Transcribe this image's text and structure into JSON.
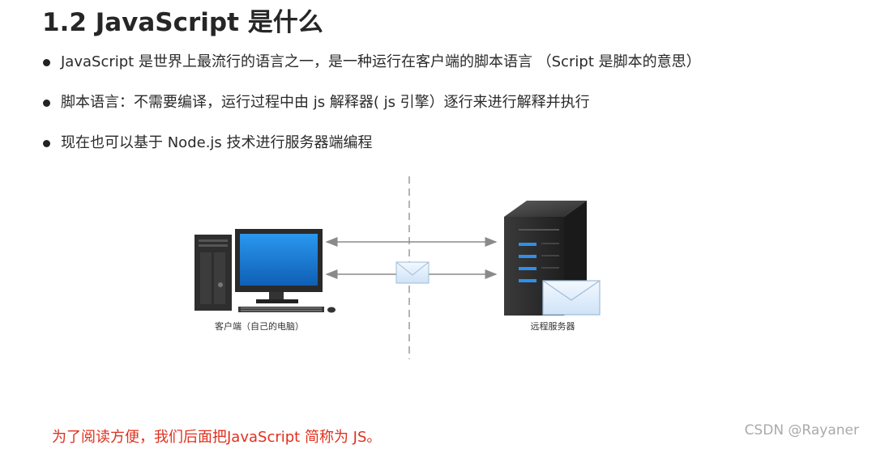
{
  "slide": {
    "title": "1.2 JavaScript 是什么",
    "bullets": [
      "JavaScript 是世界上最流行的语言之一，是一种运行在客户端的脚本语言 （Script 是脚本的意思）",
      "脚本语言：不需要编译，运行过程中由 js 解释器( js 引擎）逐行来进行解释并执行",
      "现在也可以基于 Node.js 技术进行服务器端编程"
    ],
    "note": "为了阅读方便，我们后面把JavaScript 简称为 JS。"
  },
  "diagram": {
    "client_label": "客户端（自己的电脑）",
    "server_label": "远程服务器",
    "icons": [
      "desktop-computer-icon",
      "server-icon",
      "envelope-icon"
    ]
  },
  "watermark": "CSDN @Rayaner",
  "colors": {
    "note": "#e0301e",
    "title": "#262626",
    "monitor_screen": "#1e7fd8",
    "server_body": "#2e2e2e",
    "server_light": "#2f8fe8"
  }
}
